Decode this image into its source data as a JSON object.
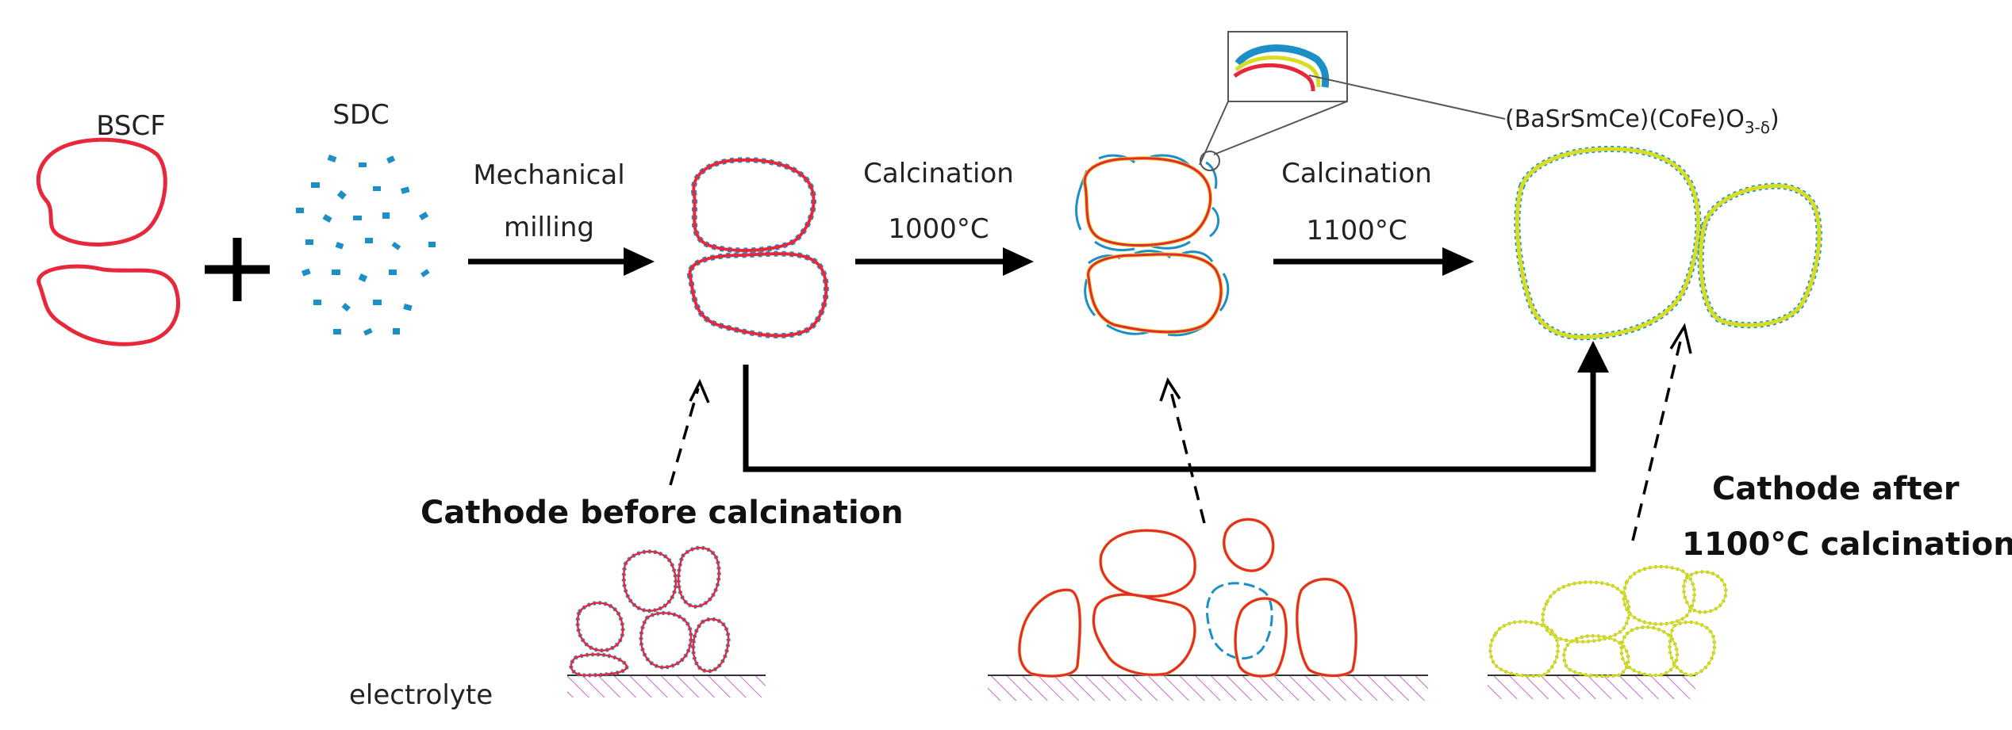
{
  "labels": {
    "bscf": "BSCF",
    "sdc": "SDC",
    "milling_1": "Mechanical",
    "milling_2": "milling",
    "calc1_1": "Calcination",
    "calc1_2": "1000°C",
    "calc2_1": "Calcination",
    "calc2_2": "1100°C",
    "product_prefix": "(BaSrSmCe)(CoFe)O",
    "product_subscript": "3-δ",
    "cathode_before": "Cathode before calcination",
    "cathode_after_1": "Cathode after",
    "cathode_after_2": "1100°C calcination",
    "electrolyte": "electrolyte"
  },
  "colors": {
    "bscf": "#e8283a",
    "sdc": "#1c8fc7",
    "product": "#d8dc22",
    "arrow": "#000000",
    "hatch": "#cc66cc"
  },
  "icons": {
    "plus": "plus-icon",
    "zoom": "magnifier-inset"
  }
}
